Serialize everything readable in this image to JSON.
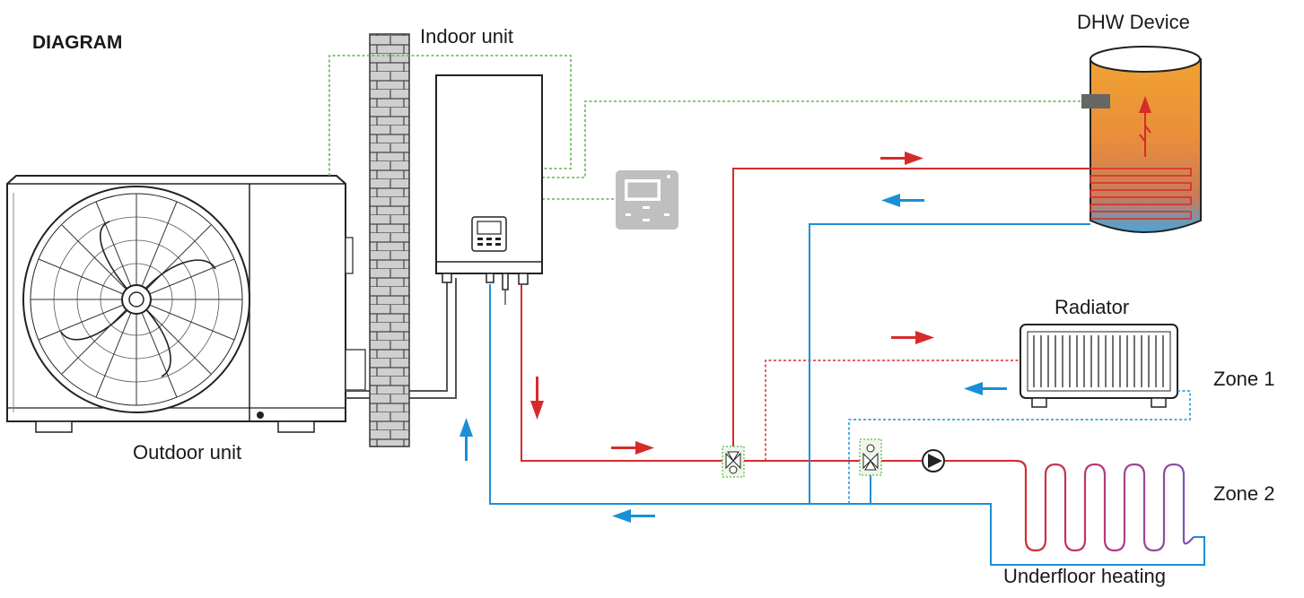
{
  "title": "DIAGRAM",
  "labels": {
    "indoor_unit": "Indoor unit",
    "outdoor_unit": "Outdoor unit",
    "dhw_device": "DHW Device",
    "radiator": "Radiator",
    "zone1": "Zone 1",
    "zone2": "Zone 2",
    "underfloor_heating": "Underfloor heating"
  },
  "colors": {
    "hot_pipe": "#d62b2b",
    "cold_pipe": "#1a8fd6",
    "signal_wire": "#5bb84a",
    "tank_top": "#f0a232",
    "tank_bottom": "#4aa5dc",
    "wall_brick": "#c8c8c8",
    "pipe_grey": "#555555"
  }
}
